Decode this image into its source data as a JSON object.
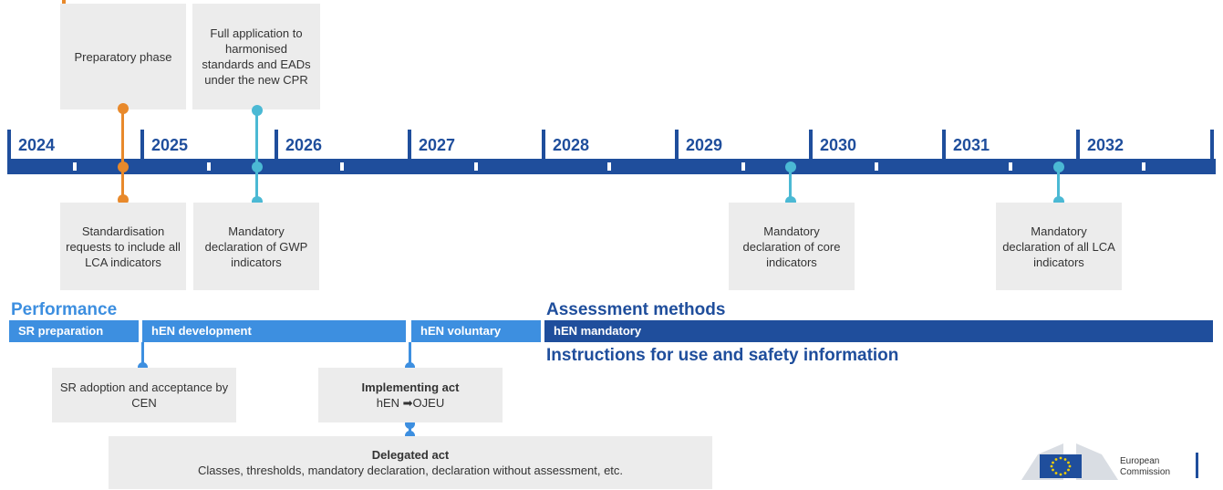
{
  "colors": {
    "primary_blue": "#1f4e9c",
    "light_blue": "#3d8fe0",
    "orange": "#e8892b",
    "teal": "#4bb9d4",
    "box_gray": "#ececec"
  },
  "timeline": {
    "years": [
      "2024",
      "2025",
      "2026",
      "2027",
      "2028",
      "2029",
      "2030",
      "2031",
      "2032"
    ]
  },
  "above_boxes": {
    "preparatory": "Preparatory phase",
    "full_application": "Full application to harmonised standards and EADs under the new CPR"
  },
  "below_boxes": {
    "standardisation": "Standardisation requests to include all LCA indicators",
    "gwp": "Mandatory declaration of GWP indicators",
    "core": "Mandatory declaration of core indicators",
    "all_lca": "Mandatory declaration of all LCA indicators"
  },
  "performance": {
    "title": "Performance",
    "bars": {
      "sr_preparation": "SR preparation",
      "hen_development": "hEN development",
      "hen_voluntary": "hEN voluntary",
      "hen_mandatory": "hEN mandatory"
    }
  },
  "assessment": {
    "title": "Assessment methods",
    "instructions": "Instructions for use and safety information"
  },
  "lower_boxes": {
    "sr_adoption": "SR adoption and acceptance by CEN",
    "implementing_title": "Implementing act",
    "implementing_sub": "hEN ➡OJEU",
    "delegated_title": "Delegated act",
    "delegated_sub": "Classes, thresholds, mandatory declaration, declaration without assessment, etc."
  },
  "logo": {
    "text_line1": "European",
    "text_line2": "Commission"
  }
}
